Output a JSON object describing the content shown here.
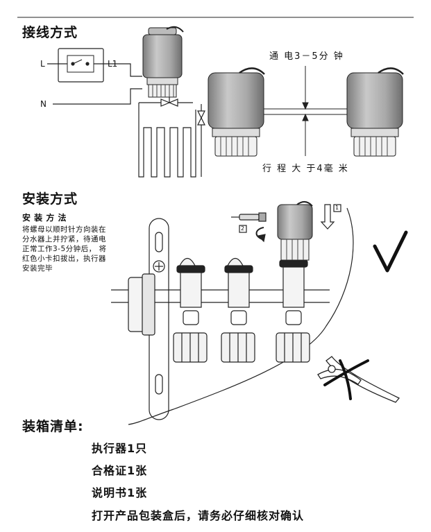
{
  "wiring": {
    "title": "接线方式",
    "label_l": "L",
    "label_l1": "L1",
    "label_n": "N",
    "note_power": "通 电3－5分 钟",
    "note_stroke": "行 程 大 于4毫 米"
  },
  "install": {
    "title": "安装方式",
    "method_title": "安 装 方 法",
    "method_lines": [
      "将螺母以顺时针方向装在",
      "分水器上并拧紧，待通电",
      "正常工作3-5分钟后， 将",
      "红色小卡扣拔出，执行器",
      "安装完毕"
    ],
    "step_1": "1",
    "step_2": "2"
  },
  "packing": {
    "title": "装箱清单:",
    "items": [
      "执行器1只",
      "合格证1张",
      "说明书1张"
    ],
    "reminder": "打开产品包装盒后，请务必仔细核对确认"
  },
  "colors": {
    "ink": "#111111",
    "body_gray": "#9a9a9a",
    "ring": "#222222"
  }
}
